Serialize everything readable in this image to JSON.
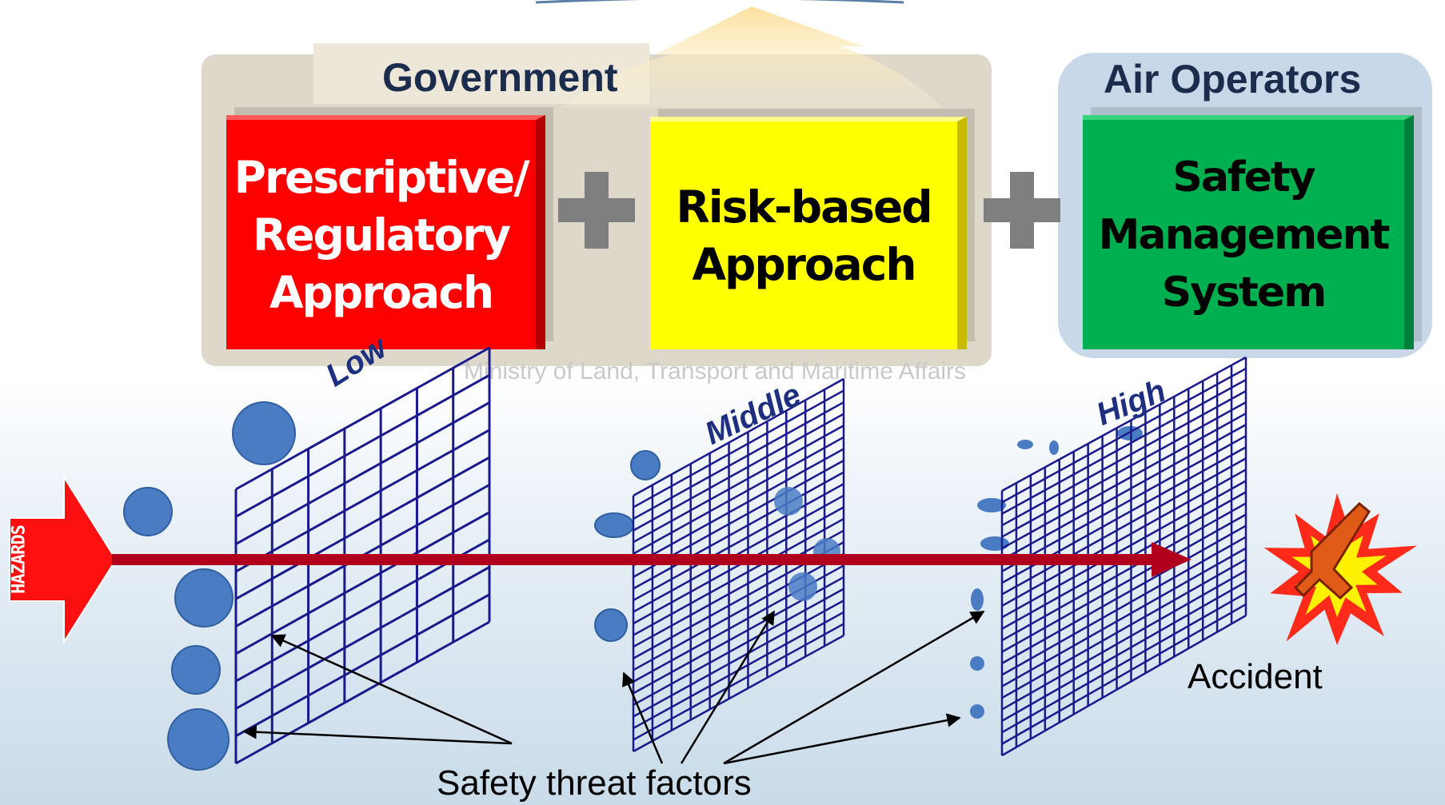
{
  "groups": {
    "government": {
      "title": "Government"
    },
    "air_operators": {
      "title": "Air Operators"
    }
  },
  "approaches": {
    "prescriptive": "Prescriptive/\nRegulatory\nApproach",
    "risk_based": "Risk-based\nApproach",
    "sms": "Safety\nManagement\nSystem"
  },
  "levels": {
    "low": "Low",
    "middle": "Middle",
    "high": "High"
  },
  "hazards_label": "HAZARDS",
  "accident_label": "Accident",
  "threat_label": "Safety threat factors",
  "watermark": "Ministry of Land, Transport and Maritime Affairs",
  "colors": {
    "prescriptive": "#ff0000",
    "risk_based": "#ffff00",
    "sms": "#00b050",
    "grid": "#1a1a8c",
    "hazard_arrow": "#b0001e",
    "threat_circle": "#4a7cc4"
  }
}
